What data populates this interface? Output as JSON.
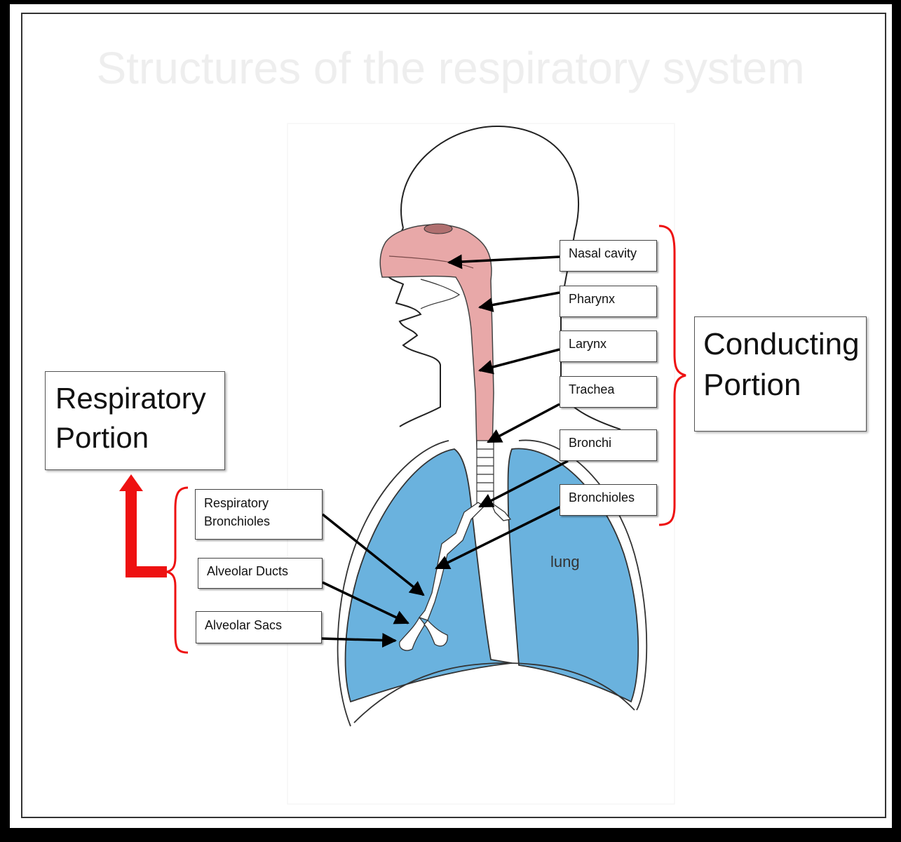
{
  "slide": {
    "title": "Structures of the respiratory system"
  },
  "conducting": {
    "heading_line1": "Conducting",
    "heading_line2": "Portion",
    "labels": [
      "Nasal cavity",
      "Pharynx",
      "Larynx",
      "Trachea",
      "Bronchi",
      "Bronchioles"
    ]
  },
  "respiratory": {
    "heading_line1": "Respiratory",
    "heading_line2": "Portion",
    "labels": {
      "resp_bronchioles_line1": "Respiratory",
      "resp_bronchioles_line2": "Bronchioles",
      "alveolar_ducts": "Alveolar Ducts",
      "alveolar_sacs": "Alveolar Sacs"
    }
  },
  "lung_label": "lung",
  "colors": {
    "airway_pink": "#e8a8a8",
    "lung_blue": "#6ab2de",
    "bracket_red": "#ee1111",
    "arrow_black": "#000000"
  }
}
